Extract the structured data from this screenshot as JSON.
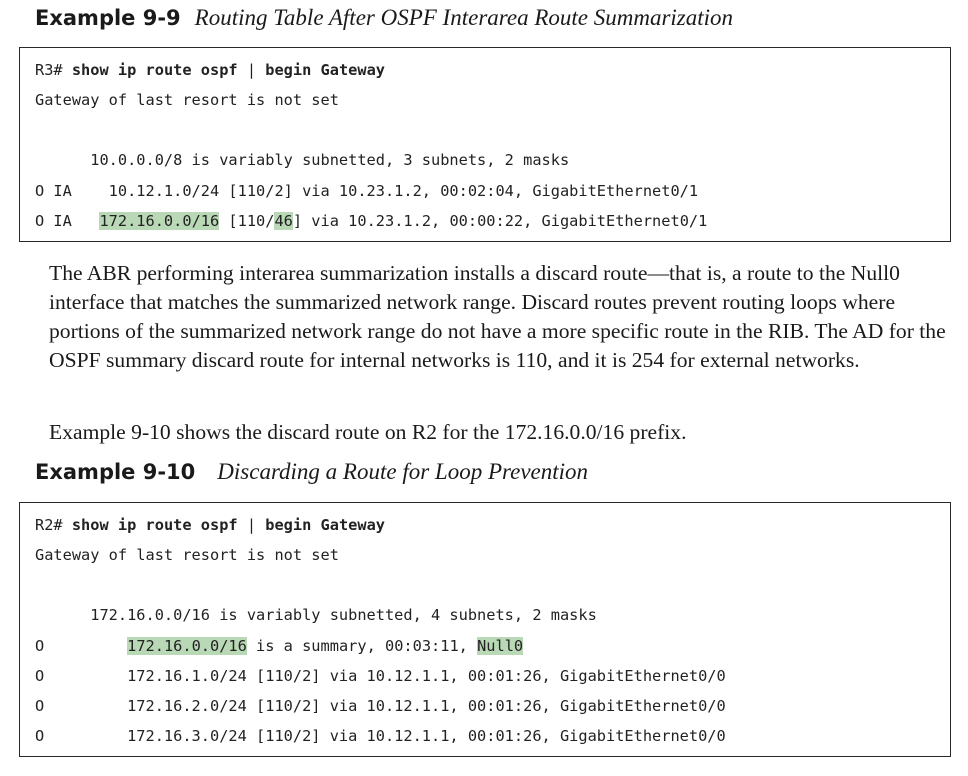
{
  "example1": {
    "number": "Example 9-9",
    "title": "Routing Table After OSPF Interarea Route Summarization",
    "lines": {
      "l1_prompt": "R3# ",
      "l1_cmd": "show ip route ospf",
      "l1_pipe": " | ",
      "l1_kw": "begin Gateway",
      "l2": "Gateway of last resort is not set",
      "l3": "      10.0.0.0/8 is variably subnetted, 3 subnets, 2 masks",
      "l4": "O IA    10.12.1.0/24 [110/2] via 10.23.1.2, 00:02:04, GigabitEthernet0/1",
      "l5_a": "O IA   ",
      "l5_hl1": "172.16.0.0/16",
      "l5_b": " [110/",
      "l5_hl2": "46",
      "l5_c": "] via 10.23.1.2, 00:00:22, GigabitEthernet0/1"
    }
  },
  "paragraph1": "The ABR performing interarea summarization installs a discard route—that is, a route to the Null0 interface that matches the summarized network range. Discard routes prevent routing loops where portions of the summarized network range do not have a more specific route in the RIB. The AD for the OSPF summary discard route for internal networks is 110, and it is 254 for external networks.",
  "paragraph2": "Example 9-10 shows the discard route on R2 for the 172.16.0.0/16 prefix.",
  "example2": {
    "number": "Example 9-10",
    "title": "Discarding a Route for Loop Prevention",
    "lines": {
      "l1_prompt": "R2# ",
      "l1_cmd": "show ip route ospf",
      "l1_pipe": " | ",
      "l1_kw": "begin Gateway",
      "l2": "Gateway of last resort is not set",
      "l3": "      172.16.0.0/16 is variably subnetted, 4 subnets, 2 masks",
      "l4_a": "O         ",
      "l4_hl1": "172.16.0.0/16",
      "l4_b": " is a summary, 00:03:11, ",
      "l4_hl2": "Null0",
      "l5": "O         172.16.1.0/24 [110/2] via 10.12.1.1, 00:01:26, GigabitEthernet0/0",
      "l6": "O         172.16.2.0/24 [110/2] via 10.12.1.1, 00:01:26, GigabitEthernet0/0",
      "l7": "O         172.16.3.0/24 [110/2] via 10.12.1.1, 00:01:26, GigabitEthernet0/0"
    }
  },
  "colors": {
    "highlight": "#b9d8b6",
    "border": "#2a2a2a"
  }
}
